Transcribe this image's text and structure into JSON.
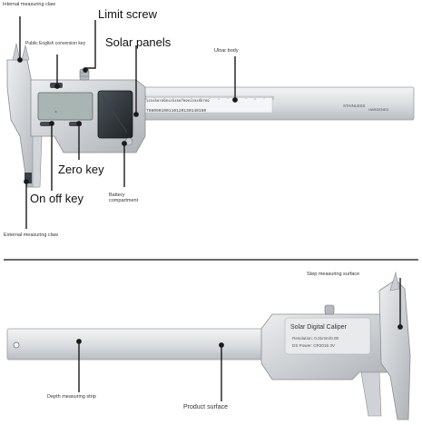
{
  "top_labels": {
    "internal_claw": "Internal measuring claw",
    "english_key": "Public English conversion key",
    "limit_screw": "Limit screw",
    "solar_panels": "Solar panels",
    "ulnar_body": "Ulnar body",
    "zero_key": "Zero key",
    "on_off_key": "On off key",
    "battery": "Battery compartment",
    "external_claw": "External measuring claw"
  },
  "bottom_labels": {
    "step_surface": "Step measuring surface",
    "depth_strip": "Depth measuring strip",
    "product_surface": "Product surface"
  },
  "caliper_text": {
    "stainless": "STAINLESS",
    "hardened": "HARDENED",
    "scale_top": "12345678901234567890123456789",
    "scale_bottom": "708090100110120130140150",
    "back_title": "Solar Digital Caliper",
    "back_resolution": "Resolution: 0.01mm/0.00",
    "back_power": "DS Power: CR2016 3V"
  },
  "colors": {
    "leader": "#1a1a1a",
    "steel_light": "#e4e6e8",
    "steel_mid": "#c3c6ca",
    "steel_dark": "#8f9398",
    "lcd": "#a9b5b3",
    "solar": "#2d3236"
  }
}
